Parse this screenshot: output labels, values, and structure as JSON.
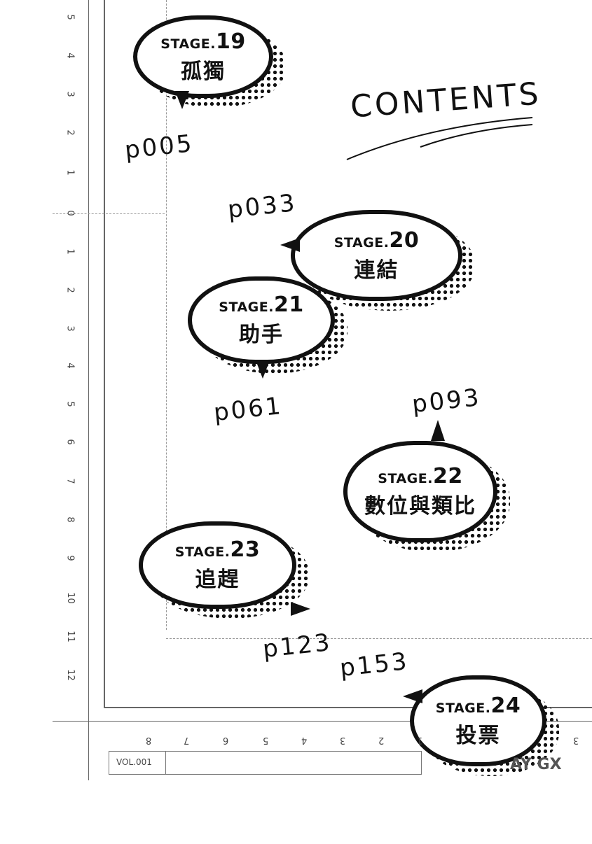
{
  "heading": "CONTENTS",
  "stages": [
    {
      "label": "STAGE.",
      "num": "19",
      "title": "孤獨",
      "page": "p005"
    },
    {
      "label": "STAGE.",
      "num": "20",
      "title": "連結",
      "page": "p033"
    },
    {
      "label": "STAGE.",
      "num": "21",
      "title": "助手",
      "page": "p061"
    },
    {
      "label": "STAGE.",
      "num": "22",
      "title": "數位與類比",
      "page": "p093"
    },
    {
      "label": "STAGE.",
      "num": "23",
      "title": "追趕",
      "page": "p123"
    },
    {
      "label": "STAGE.",
      "num": "24",
      "title": "投票",
      "page": "p153"
    }
  ],
  "left_ruler": [
    "5",
    "4",
    "3",
    "2",
    "1",
    "0",
    "1",
    "2",
    "3",
    "4",
    "5",
    "6",
    "7",
    "8",
    "9",
    "10",
    "11",
    "12"
  ],
  "bottom_ruler": [
    "8",
    "7",
    "6",
    "5",
    "4",
    "3",
    "2",
    "1",
    "3"
  ],
  "vol_label": "VOL.001",
  "footer_fragment": "AY GX"
}
